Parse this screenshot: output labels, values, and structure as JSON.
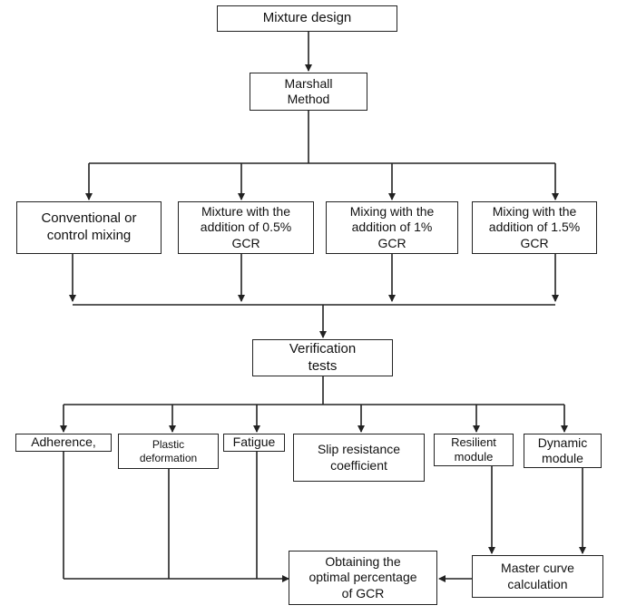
{
  "nodes": {
    "mixture_design": "Mixture design",
    "marshall_method": "Marshall Method",
    "conventional": "Conventional or control mixing",
    "mix_05": "Mixture with the addition of 0.5% GCR",
    "mix_1": "Mixing with the addition of 1% GCR",
    "mix_15": "Mixing with the addition of 1.5% GCR",
    "verification_tests": "Verification tests",
    "adherence": "Adherence,",
    "plastic_deformation": "Plastic deformation",
    "fatigue": "Fatigue",
    "slip_resistance": "Slip resistance coefficient",
    "resilient_module": "Resilient module",
    "dynamic_module": "Dynamic module",
    "optimal_gcr": "Obtaining the optimal percentage of GCR",
    "master_curve": "Master curve calculation"
  },
  "colors": {
    "line": "#222222",
    "box_border": "#222222",
    "background": "#ffffff"
  }
}
